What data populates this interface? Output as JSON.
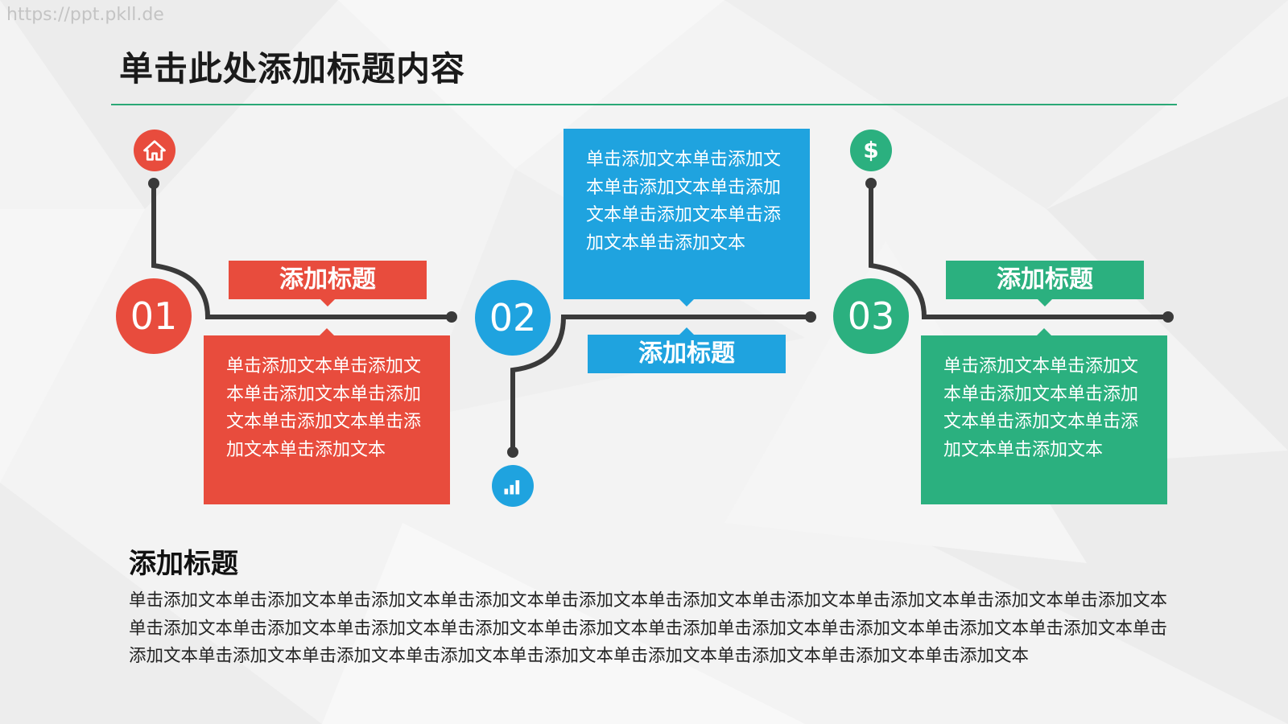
{
  "watermark": "https://ppt.pkll.de",
  "title": "单击此处添加标题内容",
  "colors": {
    "red": "#e84c3d",
    "blue": "#1fa3df",
    "green": "#2bb07f",
    "line": "#3a3a3a",
    "divider": "#2aa876"
  },
  "steps": [
    {
      "number": "01",
      "tag": "添加标题",
      "text": "单击添加文本单击添加文本单击添加文本单击添加文本单击添加文本单击添加文本单击添加文本",
      "icon": "home-icon"
    },
    {
      "number": "02",
      "tag": "添加标题",
      "text": "单击添加文本单击添加文本单击添加文本单击添加文本单击添加文本单击添加文本单击添加文本",
      "icon": "bar-chart-icon"
    },
    {
      "number": "03",
      "tag": "添加标题",
      "text": "单击添加文本单击添加文本单击添加文本单击添加文本单击添加文本单击添加文本单击添加文本",
      "icon": "dollar-icon",
      "icon_glyph": "$"
    }
  ],
  "summary": {
    "title": "添加标题",
    "text": "单击添加文本单击添加文本单击添加文本单击添加文本单击添加文本单击添加文本单击添加文本单击添加文本单击添加文本单击添加文本单击添加文本单击添加文本单击添加文本单击添加文本单击添加文本单击添加单击添加文本单击添加文本单击添加文本单击添加文本单击添加文本单击添加文本单击添加文本单击添加文本单击添加文本单击添加文本单击添加文本单击添加文本单击添加文本"
  }
}
